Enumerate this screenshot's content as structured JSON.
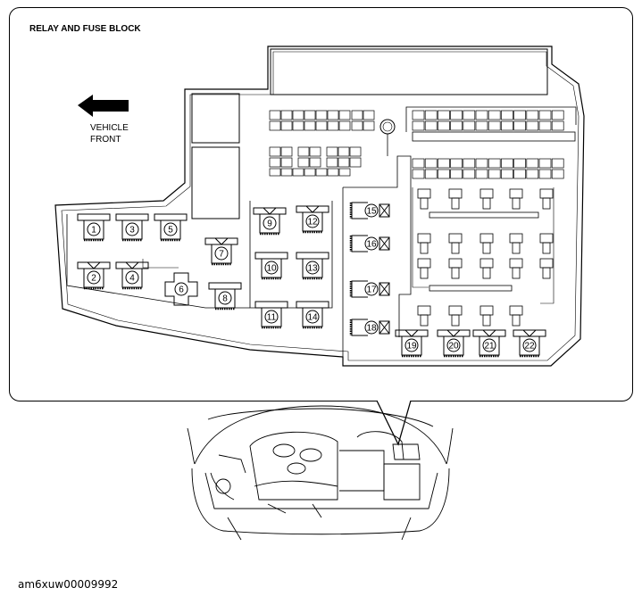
{
  "title": "RELAY AND FUSE BLOCK",
  "front_label": "VEHICLE\nFRONT",
  "document_id": "am6xuw00009992",
  "icons": {
    "arrow": "left-arrow-icon",
    "engine_bay": "engine-bay-illustration"
  },
  "relays": [
    {
      "num": "1",
      "style": "A"
    },
    {
      "num": "2",
      "style": "B"
    },
    {
      "num": "3",
      "style": "A"
    },
    {
      "num": "4",
      "style": "B"
    },
    {
      "num": "5",
      "style": "A"
    },
    {
      "num": "6",
      "style": "plus"
    },
    {
      "num": "7",
      "style": "B"
    },
    {
      "num": "8",
      "style": "A"
    },
    {
      "num": "9",
      "style": "B"
    },
    {
      "num": "10",
      "style": "A"
    },
    {
      "num": "11",
      "style": "A"
    },
    {
      "num": "12",
      "style": "B"
    },
    {
      "num": "13",
      "style": "A"
    },
    {
      "num": "14",
      "style": "A"
    },
    {
      "num": "15",
      "style": "side"
    },
    {
      "num": "16",
      "style": "side"
    },
    {
      "num": "17",
      "style": "side"
    },
    {
      "num": "18",
      "style": "side"
    },
    {
      "num": "19",
      "style": "B"
    },
    {
      "num": "20",
      "style": "B"
    },
    {
      "num": "21",
      "style": "B"
    },
    {
      "num": "22",
      "style": "B"
    }
  ]
}
